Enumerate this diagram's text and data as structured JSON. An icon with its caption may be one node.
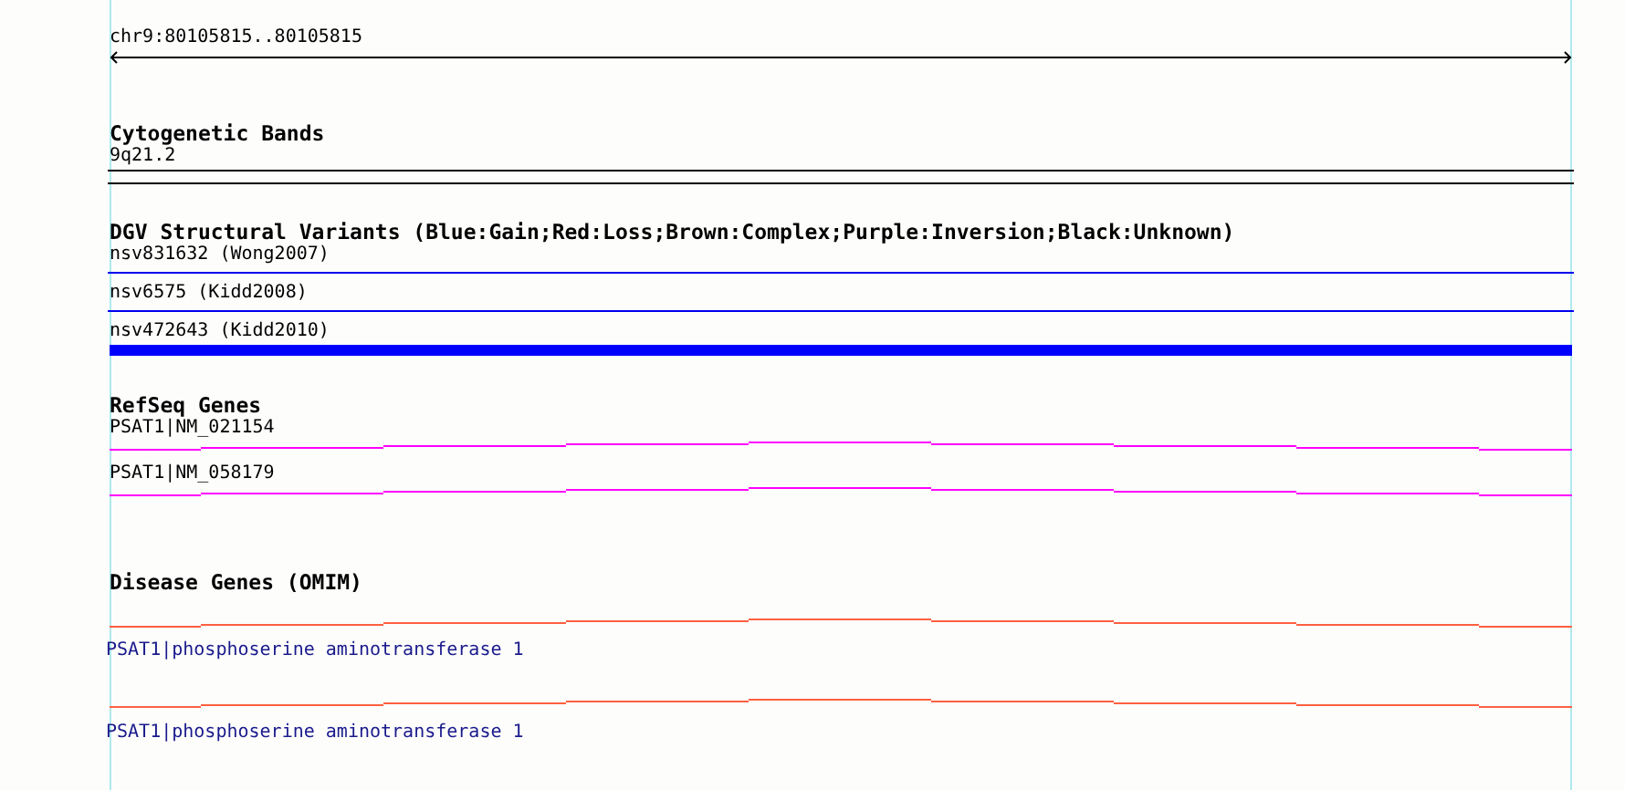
{
  "diagram": {
    "labels": [
      "chr9:80105815..80105815",
      "Cytogenetic Bands",
      "9q21.2",
      "DGV Structural Variants (Blue:Gain;Red:Loss;Brown:Complex;Purple:Inversion;Black:Unknown)",
      "nsv831632 (Wong2007)",
      "nsv6575 (Kidd2008)",
      "nsv472643 (Kidd2010)",
      "RefSeq Genes",
      "PSAT1|NM_021154",
      "PSAT1|NM_058179",
      "Disease Genes (OMIM)",
      "PSAT1|phosphoserine aminotransferase 1",
      "PSAT1|phosphoserine aminotransferase 1"
    ]
  }
}
